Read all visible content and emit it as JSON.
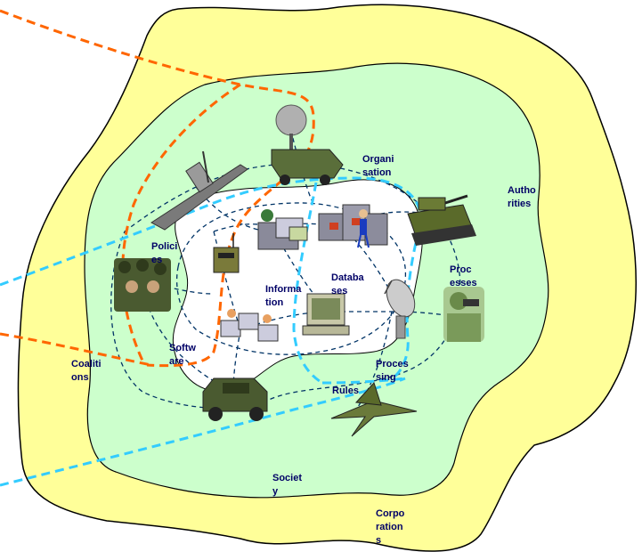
{
  "labels": {
    "organisation": "Organi\nsation",
    "authorities": "Autho\nrities",
    "policies": "Polici\nes",
    "databases": "Databa\nses",
    "processes": "Proc\nesses",
    "information": "Informa\ntion",
    "software": "Softw\nare",
    "coalitions": "Coaliti\nons",
    "processing": "Proces\nsing",
    "rules": "Rules",
    "society": "Societ\ny",
    "corporations": "Corpo\nration\ns"
  },
  "colors": {
    "outer_blob": "#ffff99",
    "middle_blob": "#ccffcc",
    "inner_blob": "#ffffff",
    "blob_outline": "#000000",
    "network_lines": "#003366",
    "orange_dashes": "#ff6600",
    "cyan_dashes": "#33ccff",
    "label_text": "#000066"
  },
  "icons": [
    "satellite-dish-truck-icon",
    "warship-icon",
    "soldiers-group-icon",
    "tank-icon",
    "radio-icon",
    "computer-operator-icon",
    "server-racks-icon",
    "database-computer-icon",
    "satellite-dish-icon",
    "binocular-soldier-icon",
    "computer-terminals-icon",
    "humvee-icon",
    "fighter-jet-icon"
  ]
}
